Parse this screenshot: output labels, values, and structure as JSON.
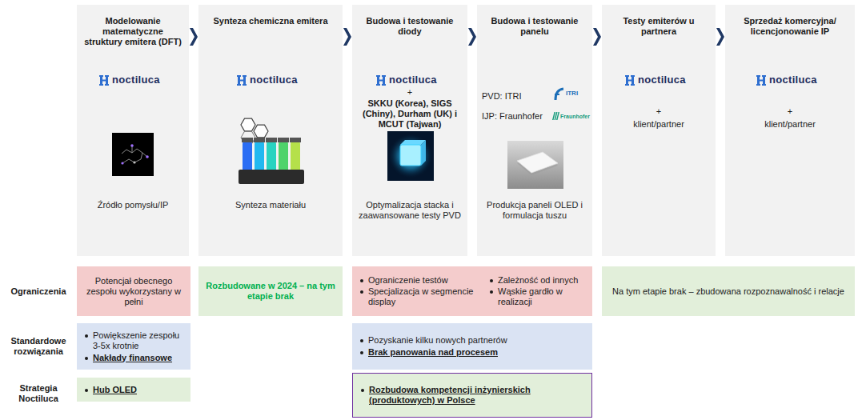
{
  "diagram": {
    "nodes": [
      {
        "text": [
          "Modelowanie matematyczne struktury emitera (DFT)",
          "noctiluca",
          "Źródło pomysłu/IP"
        ]
      },
      {
        "text": [
          "Synteza chemiczna emitera",
          "noctiluca",
          "Synteza materiału"
        ]
      },
      {
        "text": [
          "Budowa i testowanie diody",
          "noctiluca",
          "+",
          "SKKU (Korea), SIGS (Chiny), Durham (UK) i MCUT (Tajwan)",
          "Optymalizacja stacka i zaawansowane testy PVD"
        ]
      },
      {
        "text": [
          "Budowa i testowanie panelu",
          "PVD: ITRI",
          "ITRI",
          "IJP: Fraunhofer",
          "Fraunhofer",
          "Produkcja paneli OLED i formulacja tuszu"
        ]
      },
      {
        "text": [
          "Testy emiterów u partnera",
          "noctiluca",
          "+",
          "klient/partner"
        ]
      },
      {
        "text": [
          "Sprzedaż komercyjna/ licencjonowanie IP",
          "noctiluca",
          "+",
          "klient/partner"
        ]
      },
      {
        "text": [
          "Potencjał obecnego zespołu wykorzystany w pełni"
        ]
      },
      {
        "text": [
          "Rozbudowane w 2024 – na tym etapie brak"
        ]
      },
      {
        "text": [
          "Ograniczenie testów",
          "Specjalizacja w segmencie display",
          "Zależność od innych",
          "Wąskie gardło w realizacji"
        ]
      },
      {
        "text": [
          "Na tym etapie brak – zbudowana rozpoznawalność i relacje"
        ]
      },
      {
        "text": [
          "Powiększenie zespołu 3-5x krotnie",
          "Nakłady finansowe"
        ]
      },
      {
        "text": [
          "Pozyskanie kilku nowych partnerów",
          "Brak panowania nad procesem"
        ]
      },
      {
        "text": [
          "Hub OLED"
        ]
      },
      {
        "text": [
          "Rozbudowa kompetencji inżynierskich (produktowych) w Polsce"
        ]
      }
    ],
    "edges": [
      {
        "from": 0,
        "to": 1,
        "arrow": "to"
      },
      {
        "from": 1,
        "to": 2,
        "arrow": "to"
      },
      {
        "from": 2,
        "to": 3,
        "arrow": "to"
      },
      {
        "from": 3,
        "to": 4,
        "arrow": "to"
      },
      {
        "from": 4,
        "to": 5,
        "arrow": "to"
      }
    ],
    "labels": [
      "Ograniczenia",
      "Standardowe rozwiązania",
      "Strategia Noctiluca"
    ]
  }
}
